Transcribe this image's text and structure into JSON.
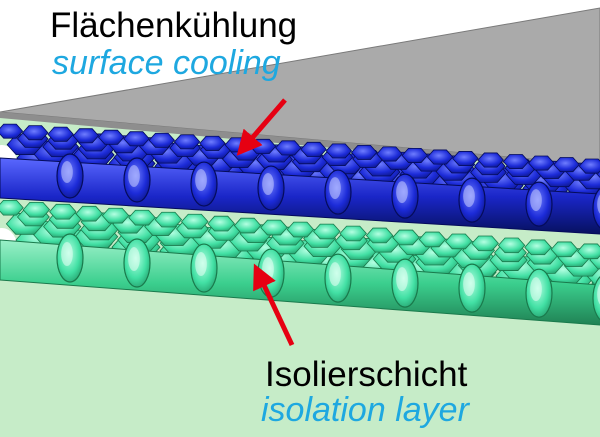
{
  "labels": {
    "cooling_de": "Flächenkühlung",
    "cooling_en": "surface cooling",
    "isolation_de": "Isolierschicht",
    "isolation_en": "isolation layer"
  },
  "colors": {
    "english_text": "#1ea8e0",
    "arrow": "#e60012",
    "background_panel": "#c6ecc8",
    "ceiling": "#aaaaaa",
    "cooling_layer": "#1c2bd8",
    "isolation_layer": "#42e0a4"
  }
}
